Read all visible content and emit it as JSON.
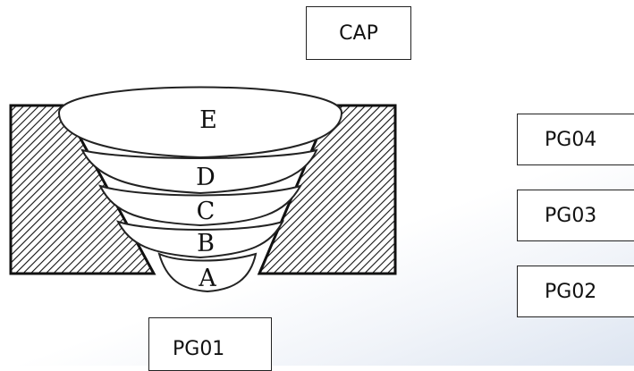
{
  "labels": {
    "cap": "CAP",
    "pg04": "PG04",
    "pg03": "PG03",
    "pg02": "PG02",
    "pg01": "PG01"
  },
  "layers": [
    "A",
    "B",
    "C",
    "D",
    "E"
  ],
  "colors": {
    "line": "#111111",
    "fill": "#ffffff"
  }
}
